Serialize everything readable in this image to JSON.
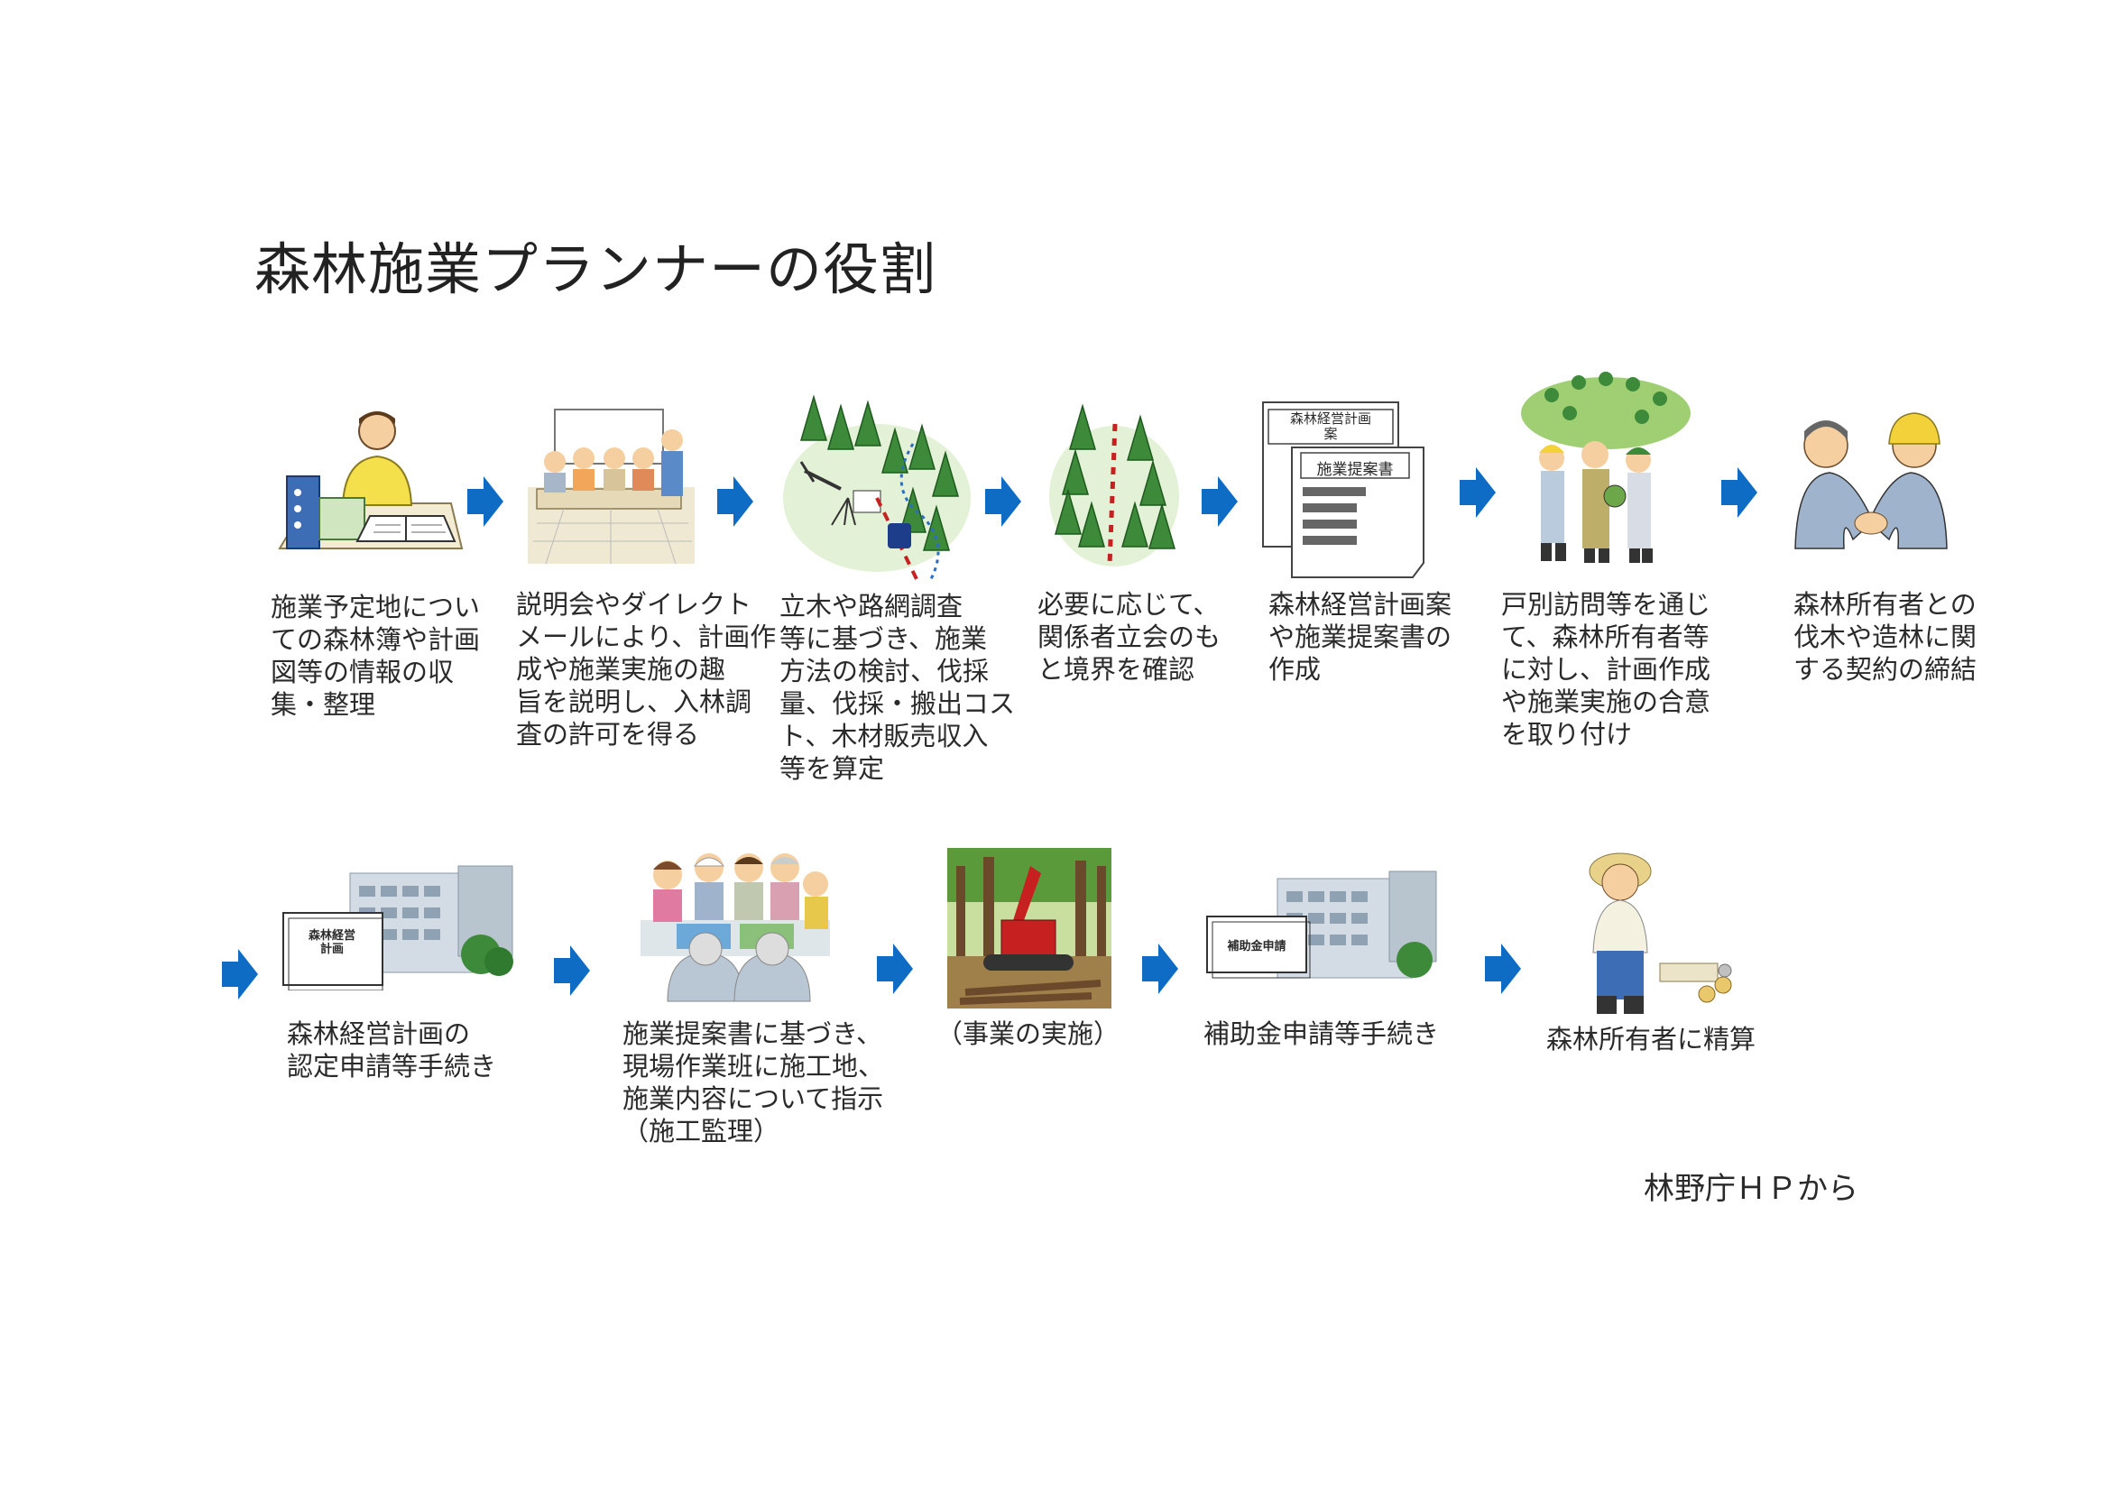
{
  "title": "森林施業プランナーの役割",
  "steps": [
    {
      "icon": "document-review-icon",
      "caption": "施業予定地につい\nての森林簿や計画\n図等の情報の収\n集・整理"
    },
    {
      "icon": "meeting-icon",
      "caption": "説明会やダイレクト\nメールにより、計画作\n成や施業実施の趣\n旨を説明し、入林調\n査の許可を得る"
    },
    {
      "icon": "forest-survey-icon",
      "caption": "立木や路網調査\n等に基づき、施業\n方法の検討、伐採\n量、伐採・搬出コス\nト、木材販売収入\n等を算定"
    },
    {
      "icon": "boundary-check-icon",
      "caption": "必要に応じて、\n関係者立会のも\nと境界を確認"
    },
    {
      "icon": "plan-document-icon",
      "caption": "森林経営計画案\nや施業提案書の\n作成",
      "doc_labels": [
        "森林経営計画\n案",
        "施業提案書"
      ]
    },
    {
      "icon": "owner-agreement-icon",
      "caption": "戸別訪問等を通じ\nて、森林所有者等\nに対し、計画作成\nや施業実施の合意\nを取り付け"
    },
    {
      "icon": "handshake-icon",
      "caption": "森林所有者との\n伐木や造林に関\nする契約の締結"
    },
    {
      "icon": "certification-building-icon",
      "caption": "森林経営計画の\n認定申請等手続き",
      "doc_labels": [
        "森林経営\n計画"
      ]
    },
    {
      "icon": "instruction-meeting-icon",
      "caption": "施業提案書に基づき、\n現場作業班に施工地、\n施業内容について指示\n（施工監理）"
    },
    {
      "icon": "logging-machine-icon",
      "caption": "（事業の実施）"
    },
    {
      "icon": "subsidy-building-icon",
      "caption": "補助金申請等手続き",
      "doc_labels": [
        "補助金申請"
      ]
    },
    {
      "icon": "settlement-icon",
      "caption": "森林所有者に精算"
    }
  ],
  "source": "林野庁ＨＰから",
  "colors": {
    "arrow": "#0f6cc4",
    "tree": "#3d8a3a",
    "building": "#c9d4dc"
  }
}
